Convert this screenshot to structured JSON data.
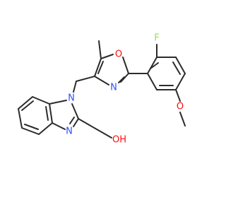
{
  "molecule": {
    "atom_labels": {
      "fluorine": "F",
      "oxazole_oxygen": "O",
      "oxazole_nitrogen": "N",
      "benzimidazole_n1": "N",
      "benzimidazole_n3": "N",
      "methoxy_oxygen": "O",
      "hydroxyl": "OH"
    },
    "colors": {
      "bond": "#2b2b2b",
      "nitrogen": "#3050F8",
      "oxygen": "#FF0D0D",
      "fluorine": "#90E050"
    }
  }
}
